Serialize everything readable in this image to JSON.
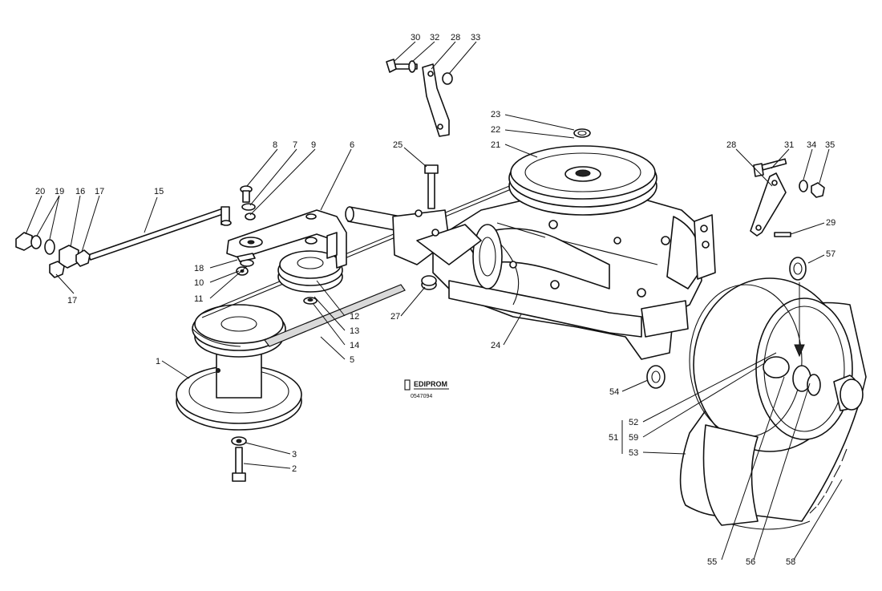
{
  "diagram": {
    "watermark": {
      "brand": "EDIPROM",
      "code": "0547094"
    },
    "group_label": "51",
    "callouts": [
      {
        "id": "30",
        "text": "30"
      },
      {
        "id": "32",
        "text": "32"
      },
      {
        "id": "28a",
        "text": "28"
      },
      {
        "id": "33",
        "text": "33"
      },
      {
        "id": "23",
        "text": "23"
      },
      {
        "id": "22",
        "text": "22"
      },
      {
        "id": "21",
        "text": "21"
      },
      {
        "id": "25",
        "text": "25"
      },
      {
        "id": "28b",
        "text": "28"
      },
      {
        "id": "31",
        "text": "31"
      },
      {
        "id": "34",
        "text": "34"
      },
      {
        "id": "35",
        "text": "35"
      },
      {
        "id": "29",
        "text": "29"
      },
      {
        "id": "57",
        "text": "57"
      },
      {
        "id": "8",
        "text": "8"
      },
      {
        "id": "7",
        "text": "7"
      },
      {
        "id": "9",
        "text": "9"
      },
      {
        "id": "6",
        "text": "6"
      },
      {
        "id": "20",
        "text": "20"
      },
      {
        "id": "19",
        "text": "19"
      },
      {
        "id": "16",
        "text": "16"
      },
      {
        "id": "17a",
        "text": "17"
      },
      {
        "id": "15",
        "text": "15"
      },
      {
        "id": "17b",
        "text": "17"
      },
      {
        "id": "18",
        "text": "18"
      },
      {
        "id": "10",
        "text": "10"
      },
      {
        "id": "11",
        "text": "11"
      },
      {
        "id": "12",
        "text": "12"
      },
      {
        "id": "13",
        "text": "13"
      },
      {
        "id": "14",
        "text": "14"
      },
      {
        "id": "5",
        "text": "5"
      },
      {
        "id": "27",
        "text": "27"
      },
      {
        "id": "24",
        "text": "24"
      },
      {
        "id": "1",
        "text": "1"
      },
      {
        "id": "3",
        "text": "3"
      },
      {
        "id": "2",
        "text": "2"
      },
      {
        "id": "54",
        "text": "54"
      },
      {
        "id": "52",
        "text": "52"
      },
      {
        "id": "59",
        "text": "59"
      },
      {
        "id": "53",
        "text": "53"
      },
      {
        "id": "55",
        "text": "55"
      },
      {
        "id": "56",
        "text": "56"
      },
      {
        "id": "58",
        "text": "58"
      }
    ]
  }
}
